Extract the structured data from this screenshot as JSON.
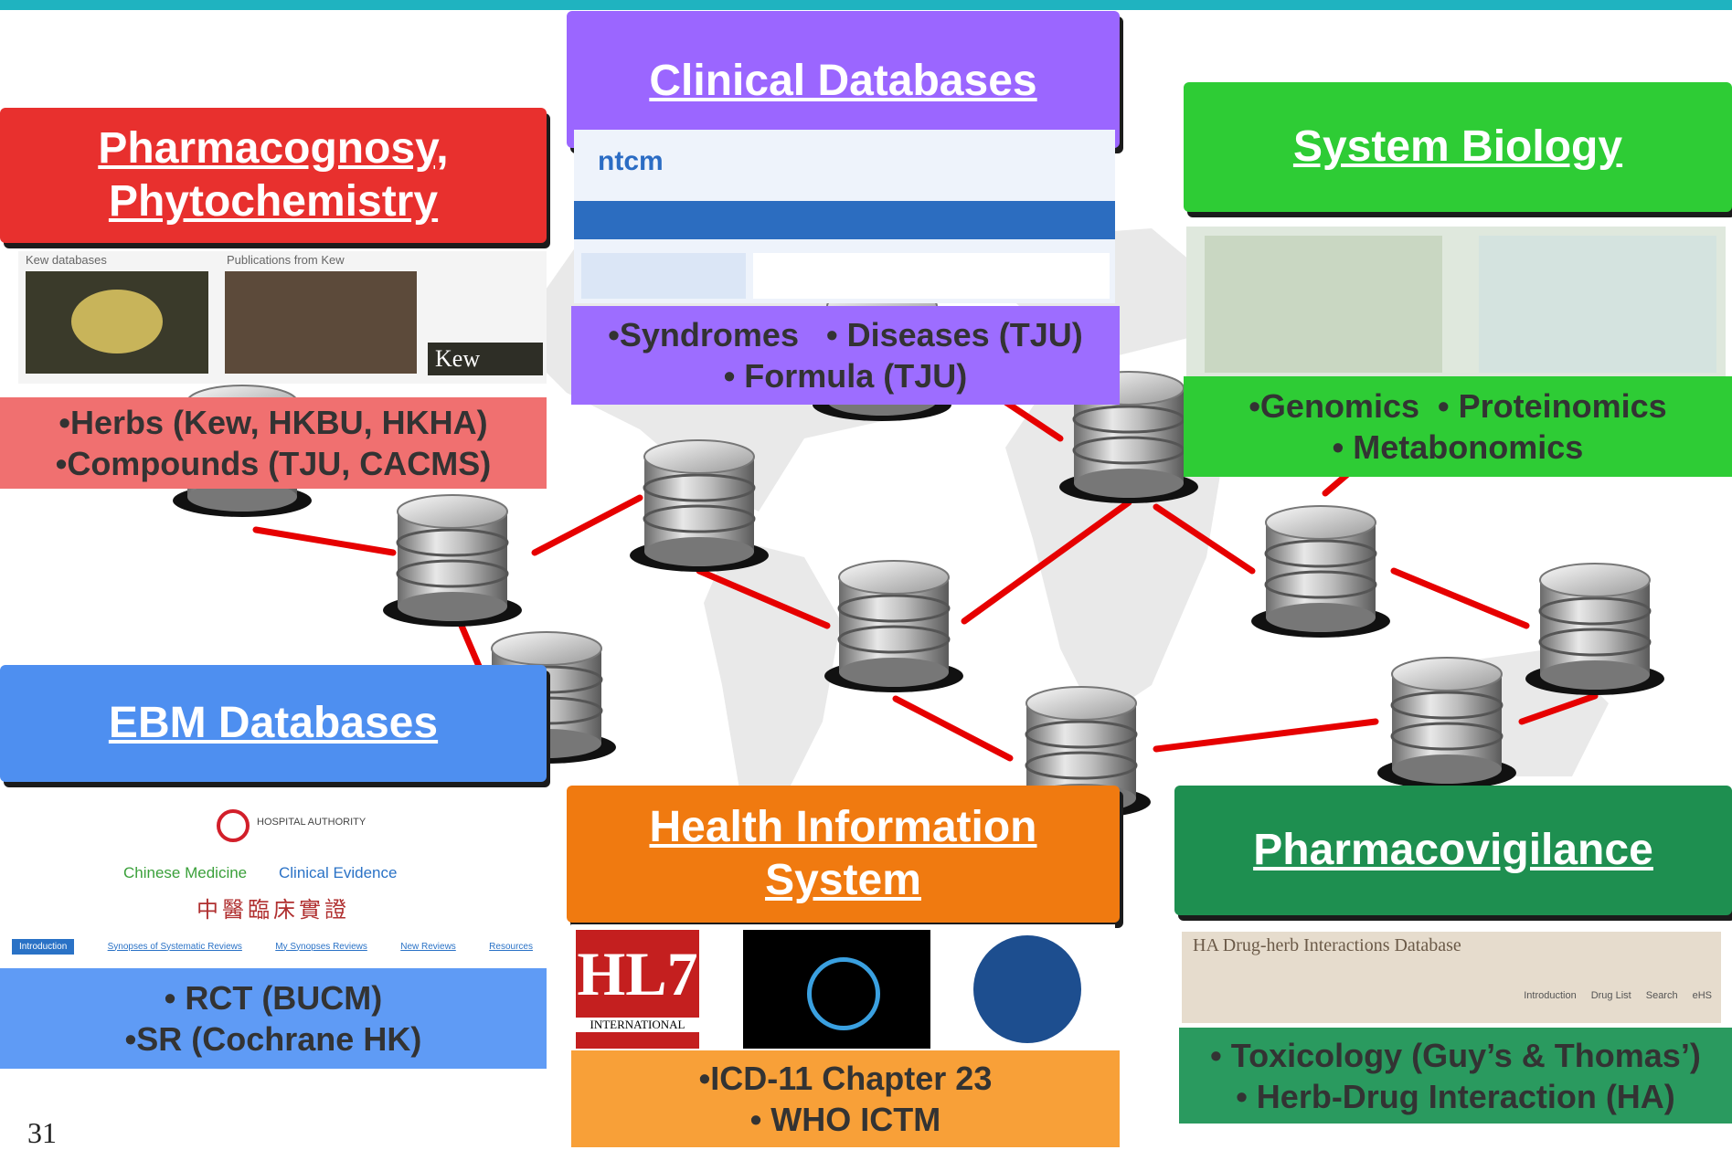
{
  "page_number": "31",
  "colors": {
    "topbar": "#1fb3c0",
    "link": "#e60000",
    "pharmacognosy": "#e8302e",
    "clinical": "#9b66ff",
    "system_biology": "#2ecc35",
    "ebm": "#4e8ff0",
    "health_info": "#f07a10",
    "pharmacovigilance": "#1e8f50"
  },
  "pharmacognosy": {
    "title": [
      "Pharmacognosy,",
      "Phytochemistry"
    ],
    "screenshot": {
      "left_caption": "Kew databases",
      "right_caption": "Publications from Kew",
      "logo": "Kew"
    },
    "items": [
      "•Herbs (Kew, HKBU, HKHA)",
      "•Compounds (TJU, CACMS)"
    ]
  },
  "clinical": {
    "title": [
      "Clinical Databases"
    ],
    "screenshot": {
      "logo": "ntcm"
    },
    "items": [
      "•Syndromes   • Diseases (TJU)",
      "• Formula (TJU)"
    ]
  },
  "system_biology": {
    "title": [
      "System Biology"
    ],
    "items": [
      "•Genomics  • Proteinomics",
      "• Metabonomics"
    ]
  },
  "ebm": {
    "title": [
      "EBM Databases"
    ],
    "screenshot": {
      "org": "HOSPITAL AUTHORITY",
      "title_left": "Chinese Medicine",
      "title_right": "Clinical Evidence",
      "subtitle_cn": "中醫臨床實證",
      "nav": [
        "Introduction",
        "Synopses of Systematic Reviews",
        "My Synopses Reviews",
        "New Reviews",
        "Resources"
      ]
    },
    "items": [
      "• RCT (BUCM)",
      "•SR (Cochrane HK)"
    ]
  },
  "health_info": {
    "title": [
      "Health Information",
      "System"
    ],
    "screenshot": {
      "hl7": "HL7",
      "hl7_sub": "INTERNATIONAL"
    },
    "items": [
      "•ICD-11 Chapter 23",
      "• WHO ICTM"
    ]
  },
  "pharmacovigilance": {
    "title": [
      "Pharmacovigilance"
    ],
    "screenshot": {
      "title": "HA Drug-herb Interactions Database",
      "nav": [
        "Introduction",
        "Drug List",
        "Search",
        "eHS"
      ]
    },
    "items": [
      "• Toxicology (Guy’s & Thomas’)",
      "• Herb-Drug Interaction (HA)"
    ]
  }
}
